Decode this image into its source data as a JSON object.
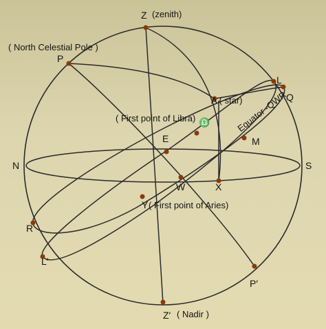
{
  "labels": {
    "zenith": "Z",
    "zenith_note": "(zenith)",
    "ncp_note": "( North Celestial Pole )",
    "pole": "P",
    "star": "A ( star)",
    "L": "L",
    "Q": "Q",
    "libra": "( First point of Libra)",
    "libra_symbol": "♎",
    "equator": "Equator -QWR",
    "E": "E",
    "M": "M",
    "N": "N",
    "S": "S",
    "W": "W",
    "X": "X",
    "aries": "( First point of Aries)",
    "aries_symbol": "Υ",
    "R": "R",
    "L_prime": "L′",
    "P_prime": "P′",
    "nadir": "Z′",
    "nadir_note": "( Nadir )"
  },
  "colors": {
    "line": "#2a2a2a",
    "dot": "#8a3a0a"
  }
}
